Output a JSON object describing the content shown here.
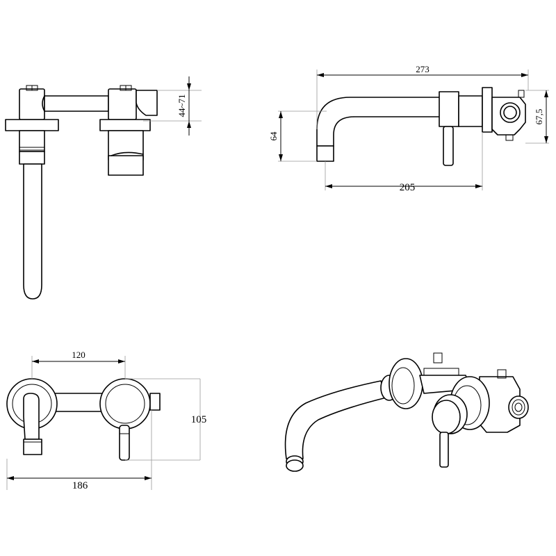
{
  "dimensions": {
    "side_height": "44~71",
    "top_overall": "273",
    "top_spout_height": "64",
    "top_body_height": "67,5",
    "top_projection": "205",
    "front_centers": "120",
    "front_height": "105",
    "front_width": "186"
  }
}
